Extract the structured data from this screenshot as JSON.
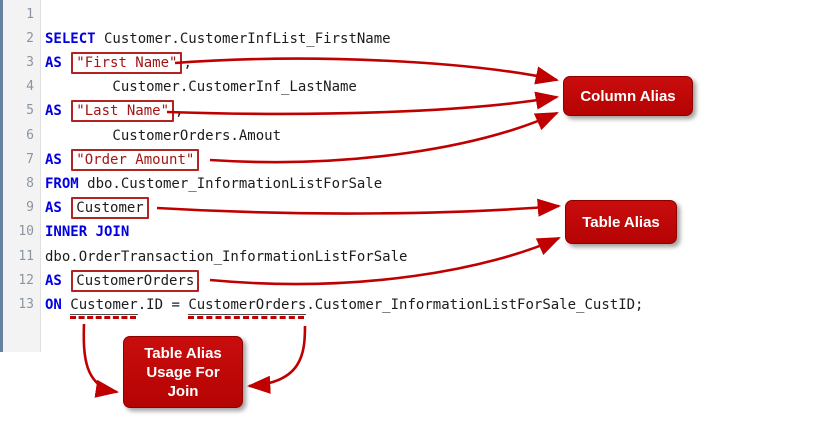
{
  "colors": {
    "annotation_red": "#c00000",
    "callout_fill": "#b50303",
    "callout_border": "#8e0000",
    "alias_box_outline": "#b12421",
    "keyword_blue": "#0000e0",
    "string_red": "#a31515",
    "gutter_bg": "#f3f3f3",
    "line_number_gray": "#8b95a1"
  },
  "editor": {
    "line_numbers": [
      "1",
      "2",
      "3",
      "4",
      "5",
      "6",
      "7",
      "8",
      "9",
      "10",
      "11",
      "12",
      "13"
    ],
    "lines": [
      [],
      [
        {
          "t": "SELECT",
          "y": "kw"
        },
        {
          "t": " Customer.CustomerInfList_FirstName",
          "y": "pl"
        }
      ],
      [
        {
          "t": "AS",
          "y": "kw"
        },
        {
          "t": " ",
          "y": "pl"
        },
        {
          "t": "\"First Name\"",
          "y": "boxstr"
        },
        {
          "t": ",",
          "y": "pl"
        }
      ],
      [
        {
          "t": "        Customer.CustomerInf_LastName",
          "y": "pl"
        }
      ],
      [
        {
          "t": "AS",
          "y": "kw"
        },
        {
          "t": " ",
          "y": "pl"
        },
        {
          "t": "\"Last Name\"",
          "y": "boxstr"
        },
        {
          "t": ",",
          "y": "pl"
        }
      ],
      [
        {
          "t": "        CustomerOrders.Amout",
          "y": "pl"
        }
      ],
      [
        {
          "t": "AS",
          "y": "kw"
        },
        {
          "t": " ",
          "y": "pl"
        },
        {
          "t": "\"Order Amount\"",
          "y": "boxstr"
        }
      ],
      [
        {
          "t": "FROM",
          "y": "kw"
        },
        {
          "t": " dbo.Customer_InformationListForSale",
          "y": "pl"
        }
      ],
      [
        {
          "t": "AS",
          "y": "kw"
        },
        {
          "t": " ",
          "y": "pl"
        },
        {
          "t": "Customer",
          "y": "box"
        }
      ],
      [
        {
          "t": "INNER JOIN",
          "y": "kw"
        }
      ],
      [
        {
          "t": "dbo.OrderTransaction_InformationListForSale",
          "y": "pl"
        }
      ],
      [
        {
          "t": "AS",
          "y": "kw"
        },
        {
          "t": " ",
          "y": "pl"
        },
        {
          "t": "CustomerOrders",
          "y": "box"
        }
      ],
      [
        {
          "t": "ON",
          "y": "kw"
        },
        {
          "t": " ",
          "y": "pl"
        },
        {
          "t": "Customer",
          "y": "dashed"
        },
        {
          "t": ".ID = ",
          "y": "pl"
        },
        {
          "t": "CustomerOrders",
          "y": "dashed"
        },
        {
          "t": ".Customer_InformationListForSale_CustID;",
          "y": "pl"
        }
      ]
    ]
  },
  "callouts": {
    "column_alias": "Column Alias",
    "table_alias": "Table Alias",
    "table_alias_usage": "Table Alias Usage For Join"
  }
}
